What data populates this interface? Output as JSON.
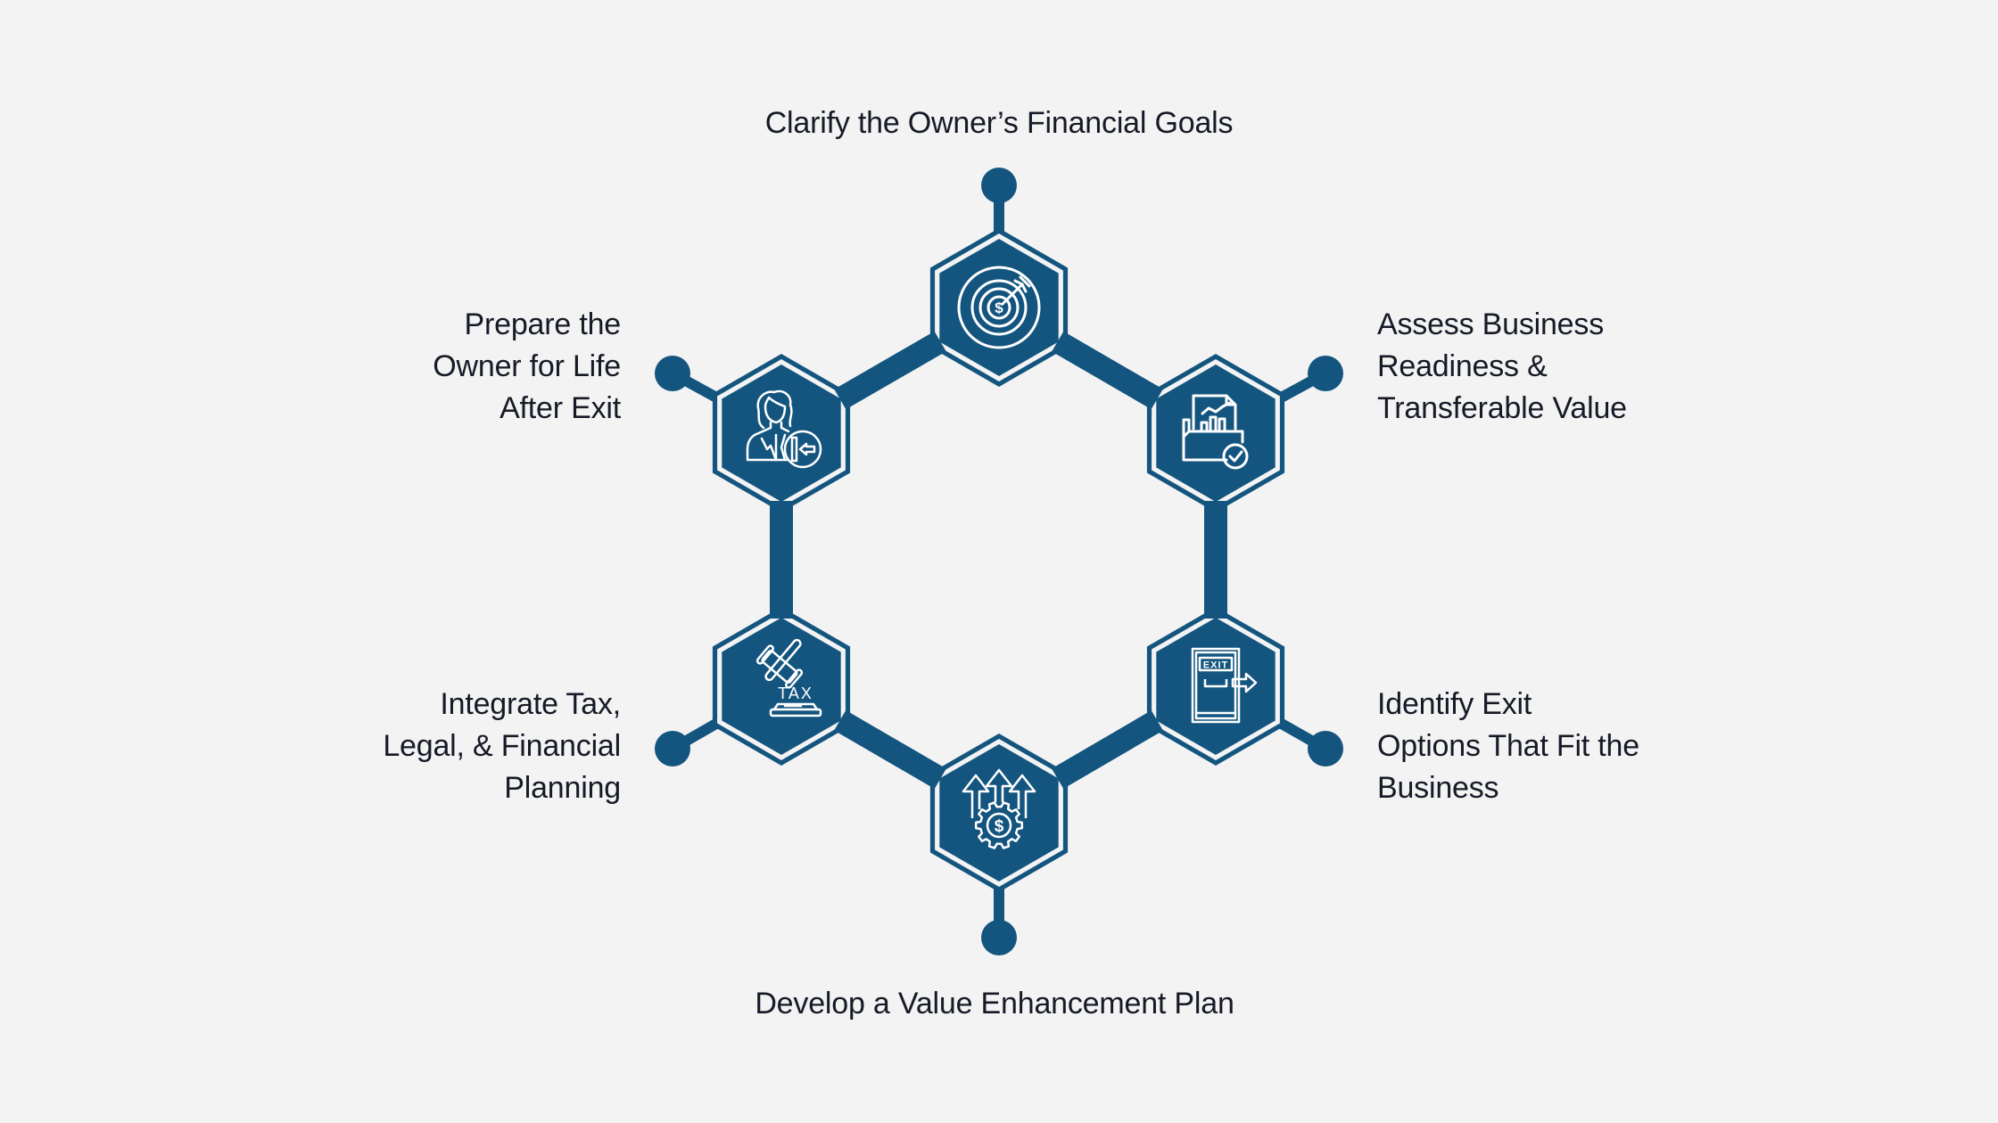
{
  "colors": {
    "background": "#f3f3f3",
    "primary": "#14557f",
    "ring": "#f3f3f3",
    "icon_stroke": "#ffffff",
    "text": "#161a26"
  },
  "steps": [
    {
      "id": "clarify-goals",
      "position": "top",
      "icon": "target-dollar-icon",
      "lines": [
        "Clarify the Owner’s Financial Goals"
      ]
    },
    {
      "id": "assess-readiness",
      "position": "top-right",
      "icon": "folder-report-check-icon",
      "lines": [
        "Assess Business",
        "Readiness &",
        "Transferable Value"
      ]
    },
    {
      "id": "identify-exit-options",
      "position": "bottom-right",
      "icon": "exit-door-icon",
      "lines": [
        "Identify Exit",
        "Options That Fit the",
        "Business"
      ]
    },
    {
      "id": "value-enhancement",
      "position": "bottom",
      "icon": "growth-gear-dollar-icon",
      "lines": [
        "Develop a Value Enhancement Plan"
      ]
    },
    {
      "id": "integrate-tax-legal",
      "position": "bottom-left",
      "icon": "tax-gavel-icon",
      "lines": [
        "Integrate Tax,",
        "Legal, & Financial",
        "Planning"
      ]
    },
    {
      "id": "prepare-life-after-exit",
      "position": "top-left",
      "icon": "person-exit-icon",
      "lines": [
        "Prepare the",
        "Owner for Life",
        "After Exit"
      ]
    }
  ]
}
